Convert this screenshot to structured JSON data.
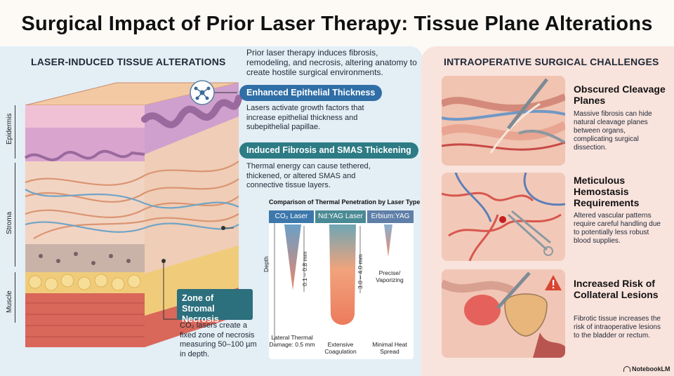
{
  "title": "Surgical Impact of Prior Laser Therapy: Tissue Plane Alterations",
  "left": {
    "heading": "LASER-INDUCED TISSUE ALTERATIONS",
    "intro": "Prior laser therapy induces fibrosis, remodeling, and necrosis, altering anatomy to create hostile surgical environments.",
    "layers": {
      "epidermis": "Epidermis",
      "stroma": "Stroma",
      "muscle": "Muscle"
    },
    "points": [
      {
        "label": "Enhanced Epithelial Thickness",
        "desc": "Lasers activate growth factors that increase epithelial thickness and subepithelial papillae."
      },
      {
        "label": "Induced Fibrosis and SMAS Thickening",
        "desc": "Thermal energy can cause tethered, thickened, or altered SMAS and connective tissue layers."
      }
    ],
    "necrosis": {
      "label": "Zone of Stromal Necrosis",
      "desc": "CO₂ lasers create a fixed zone of necrosis measuring 50–100 µm in depth."
    }
  },
  "comparison": {
    "title": "Comparison of Thermal Penetration by Laser Type",
    "axis": "Depth",
    "lasers": [
      {
        "name": "CO₂ Laser",
        "color": "#3d78ac",
        "depth": "0.1 – 0.8 mm",
        "note": "Lateral Thermal Damage: 0.5 mm"
      },
      {
        "name": "Nd:YAG Laser",
        "color": "#4a8a94",
        "depth": "3.0 – 4.0 mm",
        "note": "Extensive Coagulation"
      },
      {
        "name": "Erbium:YAG",
        "color": "#5f7fa8",
        "depth": "Precise/ Vaporizing",
        "note": "Minimal Heat Spread"
      }
    ]
  },
  "right": {
    "heading": "INTRAOPERATIVE SURGICAL CHALLENGES",
    "items": [
      {
        "title": "Obscured Cleavage Planes",
        "desc": "Massive fibrosis can hide natural cleavage planes between organs, complicating surgical dissection."
      },
      {
        "title": "Meticulous Hemostasis Requirements",
        "desc": "Altered vascular patterns require careful handling due to potentially less robust blood supplies."
      },
      {
        "title": "Increased Risk of Collateral Lesions",
        "desc": "Fibrotic tissue increases the risk of intraoperative lesions to the bladder or rectum."
      }
    ]
  },
  "brand": "NotebookLM"
}
